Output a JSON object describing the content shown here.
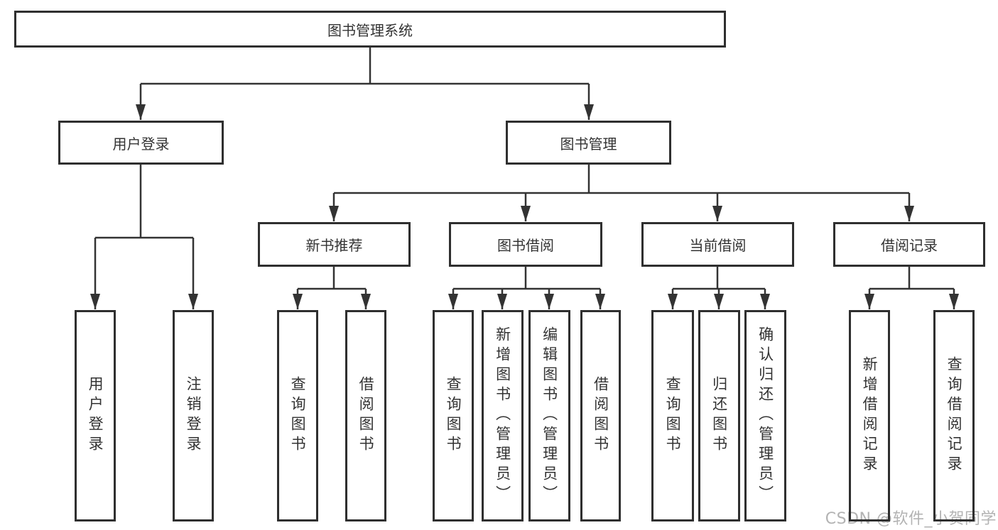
{
  "diagram": {
    "root": {
      "label": "图书管理系统"
    },
    "level2": [
      {
        "label": "用户登录"
      },
      {
        "label": "图书管理"
      }
    ],
    "level3": [
      {
        "label": "新书推荐",
        "parent": "图书管理"
      },
      {
        "label": "图书借阅",
        "parent": "图书管理"
      },
      {
        "label": "当前借阅",
        "parent": "图书管理"
      },
      {
        "label": "借阅记录",
        "parent": "图书管理"
      }
    ],
    "leaves": [
      {
        "label": "用户登录",
        "parent": "用户登录"
      },
      {
        "label": "注销登录",
        "parent": "用户登录"
      },
      {
        "label": "查询图书",
        "parent": "新书推荐"
      },
      {
        "label": "借阅图书",
        "parent": "新书推荐"
      },
      {
        "label": "查询图书",
        "parent": "图书借阅"
      },
      {
        "label": "新增图书（管理员）",
        "parent": "图书借阅"
      },
      {
        "label": "编辑图书（管理员）",
        "parent": "图书借阅"
      },
      {
        "label": "借阅图书",
        "parent": "图书借阅"
      },
      {
        "label": "查询图书",
        "parent": "当前借阅"
      },
      {
        "label": "归还图书",
        "parent": "当前借阅"
      },
      {
        "label": "确认归还（管理员）",
        "parent": "当前借阅"
      },
      {
        "label": "新增借阅记录",
        "parent": "借阅记录"
      },
      {
        "label": "查询借阅记录",
        "parent": "借阅记录"
      }
    ]
  },
  "watermark": {
    "text": "CSDN @软件_小贺同学"
  },
  "colors": {
    "line": "#333333",
    "border": "#2f2f2f",
    "text": "#333333",
    "watermark": "#b3b3b3",
    "background": "#ffffff"
  }
}
